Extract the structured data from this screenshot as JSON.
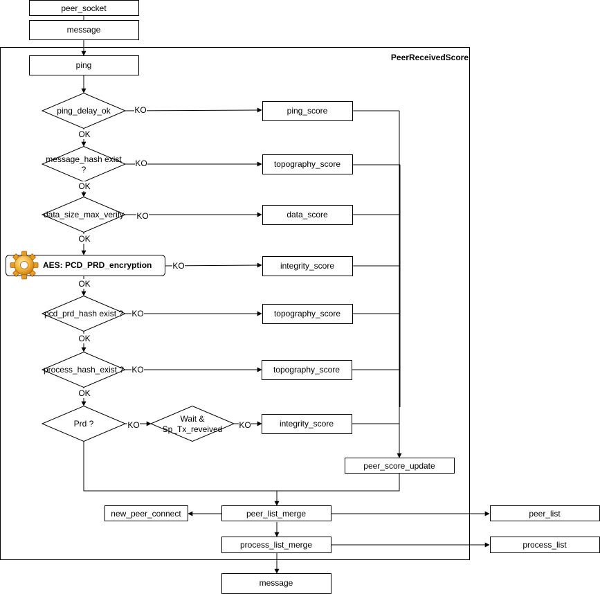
{
  "container": {
    "title": "PeerReceivedScore"
  },
  "nodes": {
    "peer_socket": "peer_socket",
    "message_in": "message",
    "ping": "ping",
    "ping_delay_ok": "ping_delay_ok",
    "message_hash_line1": "message_hash exist",
    "message_hash_line2": "?",
    "data_size": "data_size_max_verify",
    "aes": "AES: PCD_PRD_encryption",
    "pcd_prd_hash": "pcd_prd_hash exist ?",
    "process_hash": "process_hash_exist ?",
    "prd": "Prd ?",
    "wait_line1": "Wait &",
    "wait_line2": "Sp_Tx_reveived",
    "ping_score": "ping_score",
    "topography_score_1": "topography_score",
    "data_score": "data_score",
    "integrity_score_1": "integrity_score",
    "topography_score_2": "topography_score",
    "topography_score_3": "topography_score",
    "integrity_score_2": "integrity_score",
    "peer_score_update": "peer_score_update",
    "new_peer_connect": "new_peer_connect",
    "peer_list_merge": "peer_list_merge",
    "peer_list": "peer_list",
    "process_list_merge": "process_list_merge",
    "process_list": "process_list",
    "message_out": "message"
  },
  "edge_labels": {
    "ko": "KO",
    "ok": "OK"
  },
  "icons": {
    "aes": "gear-icon"
  }
}
